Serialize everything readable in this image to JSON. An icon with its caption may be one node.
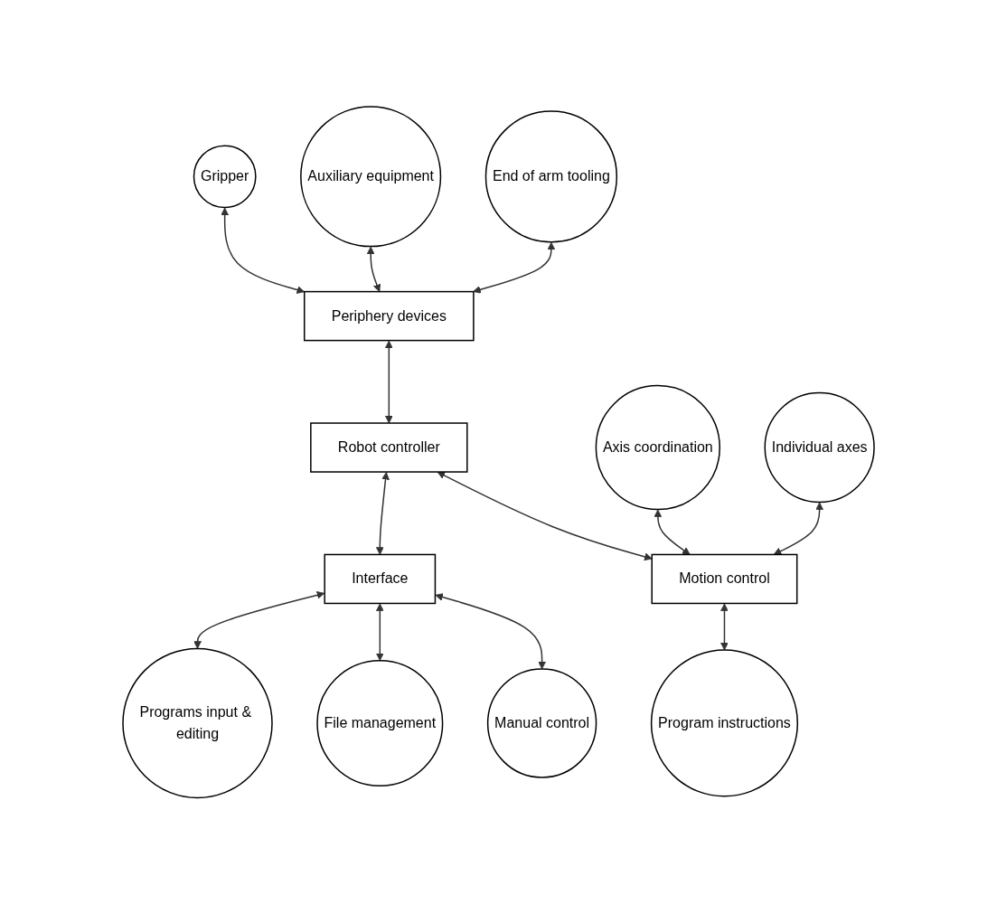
{
  "diagram": {
    "nodes": [
      {
        "text": [
          "Gripper"
        ]
      },
      {
        "text": [
          "Auxiliary equipment"
        ]
      },
      {
        "text": [
          "Periphery devices"
        ]
      },
      {
        "text": [
          "Programs input & editing"
        ]
      },
      {
        "text": [
          "End of arm tooling"
        ]
      },
      {
        "text": [
          "Robot controller"
        ]
      },
      {
        "text": [
          "Interface"
        ]
      },
      {
        "text": [
          "File management"
        ]
      },
      {
        "text": [
          "Axis coordination"
        ]
      },
      {
        "text": [
          "Motion control"
        ]
      },
      {
        "text": [
          "Manual control"
        ]
      },
      {
        "text": [
          "Individual axes"
        ]
      },
      {
        "text": [
          "Program instructions"
        ]
      }
    ],
    "edges": [
      {
        "from": 0,
        "to": 2,
        "arrow": "both"
      },
      {
        "from": 1,
        "to": 2,
        "arrow": "both"
      },
      {
        "from": 4,
        "to": 2,
        "arrow": "both"
      },
      {
        "from": 2,
        "to": 5,
        "arrow": "both"
      },
      {
        "from": 5,
        "to": 6,
        "arrow": "both"
      },
      {
        "from": 6,
        "to": 3,
        "arrow": "both"
      },
      {
        "from": 6,
        "to": 7,
        "arrow": "both"
      },
      {
        "from": 6,
        "to": 10,
        "arrow": "both"
      },
      {
        "from": 5,
        "to": 9,
        "arrow": "both"
      },
      {
        "from": 8,
        "to": 9,
        "arrow": "both"
      },
      {
        "from": 11,
        "to": 9,
        "arrow": "both"
      },
      {
        "from": 9,
        "to": 12,
        "arrow": "both"
      }
    ]
  }
}
